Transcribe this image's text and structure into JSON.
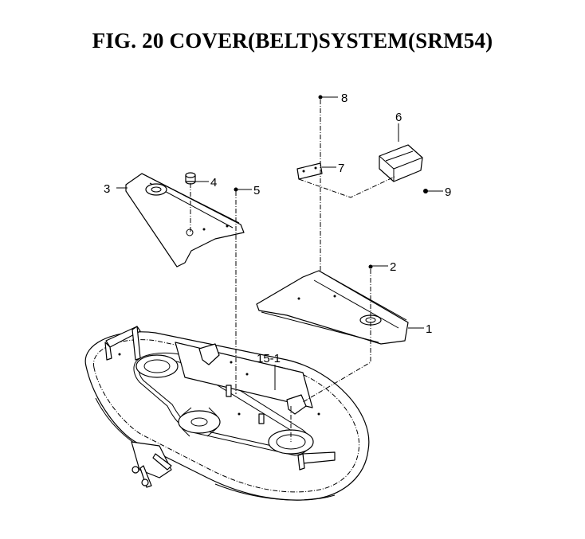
{
  "figure": {
    "title": "FIG. 20  COVER(BELT)SYSTEM(SRM54)"
  },
  "callouts": [
    {
      "id": "1",
      "text": "1"
    },
    {
      "id": "2",
      "text": "2"
    },
    {
      "id": "3",
      "text": "3"
    },
    {
      "id": "4",
      "text": "4"
    },
    {
      "id": "5",
      "text": "5"
    },
    {
      "id": "6",
      "text": "6"
    },
    {
      "id": "7",
      "text": "7"
    },
    {
      "id": "8",
      "text": "8"
    },
    {
      "id": "9",
      "text": "9"
    },
    {
      "id": "15-1",
      "text": "15-1"
    }
  ]
}
